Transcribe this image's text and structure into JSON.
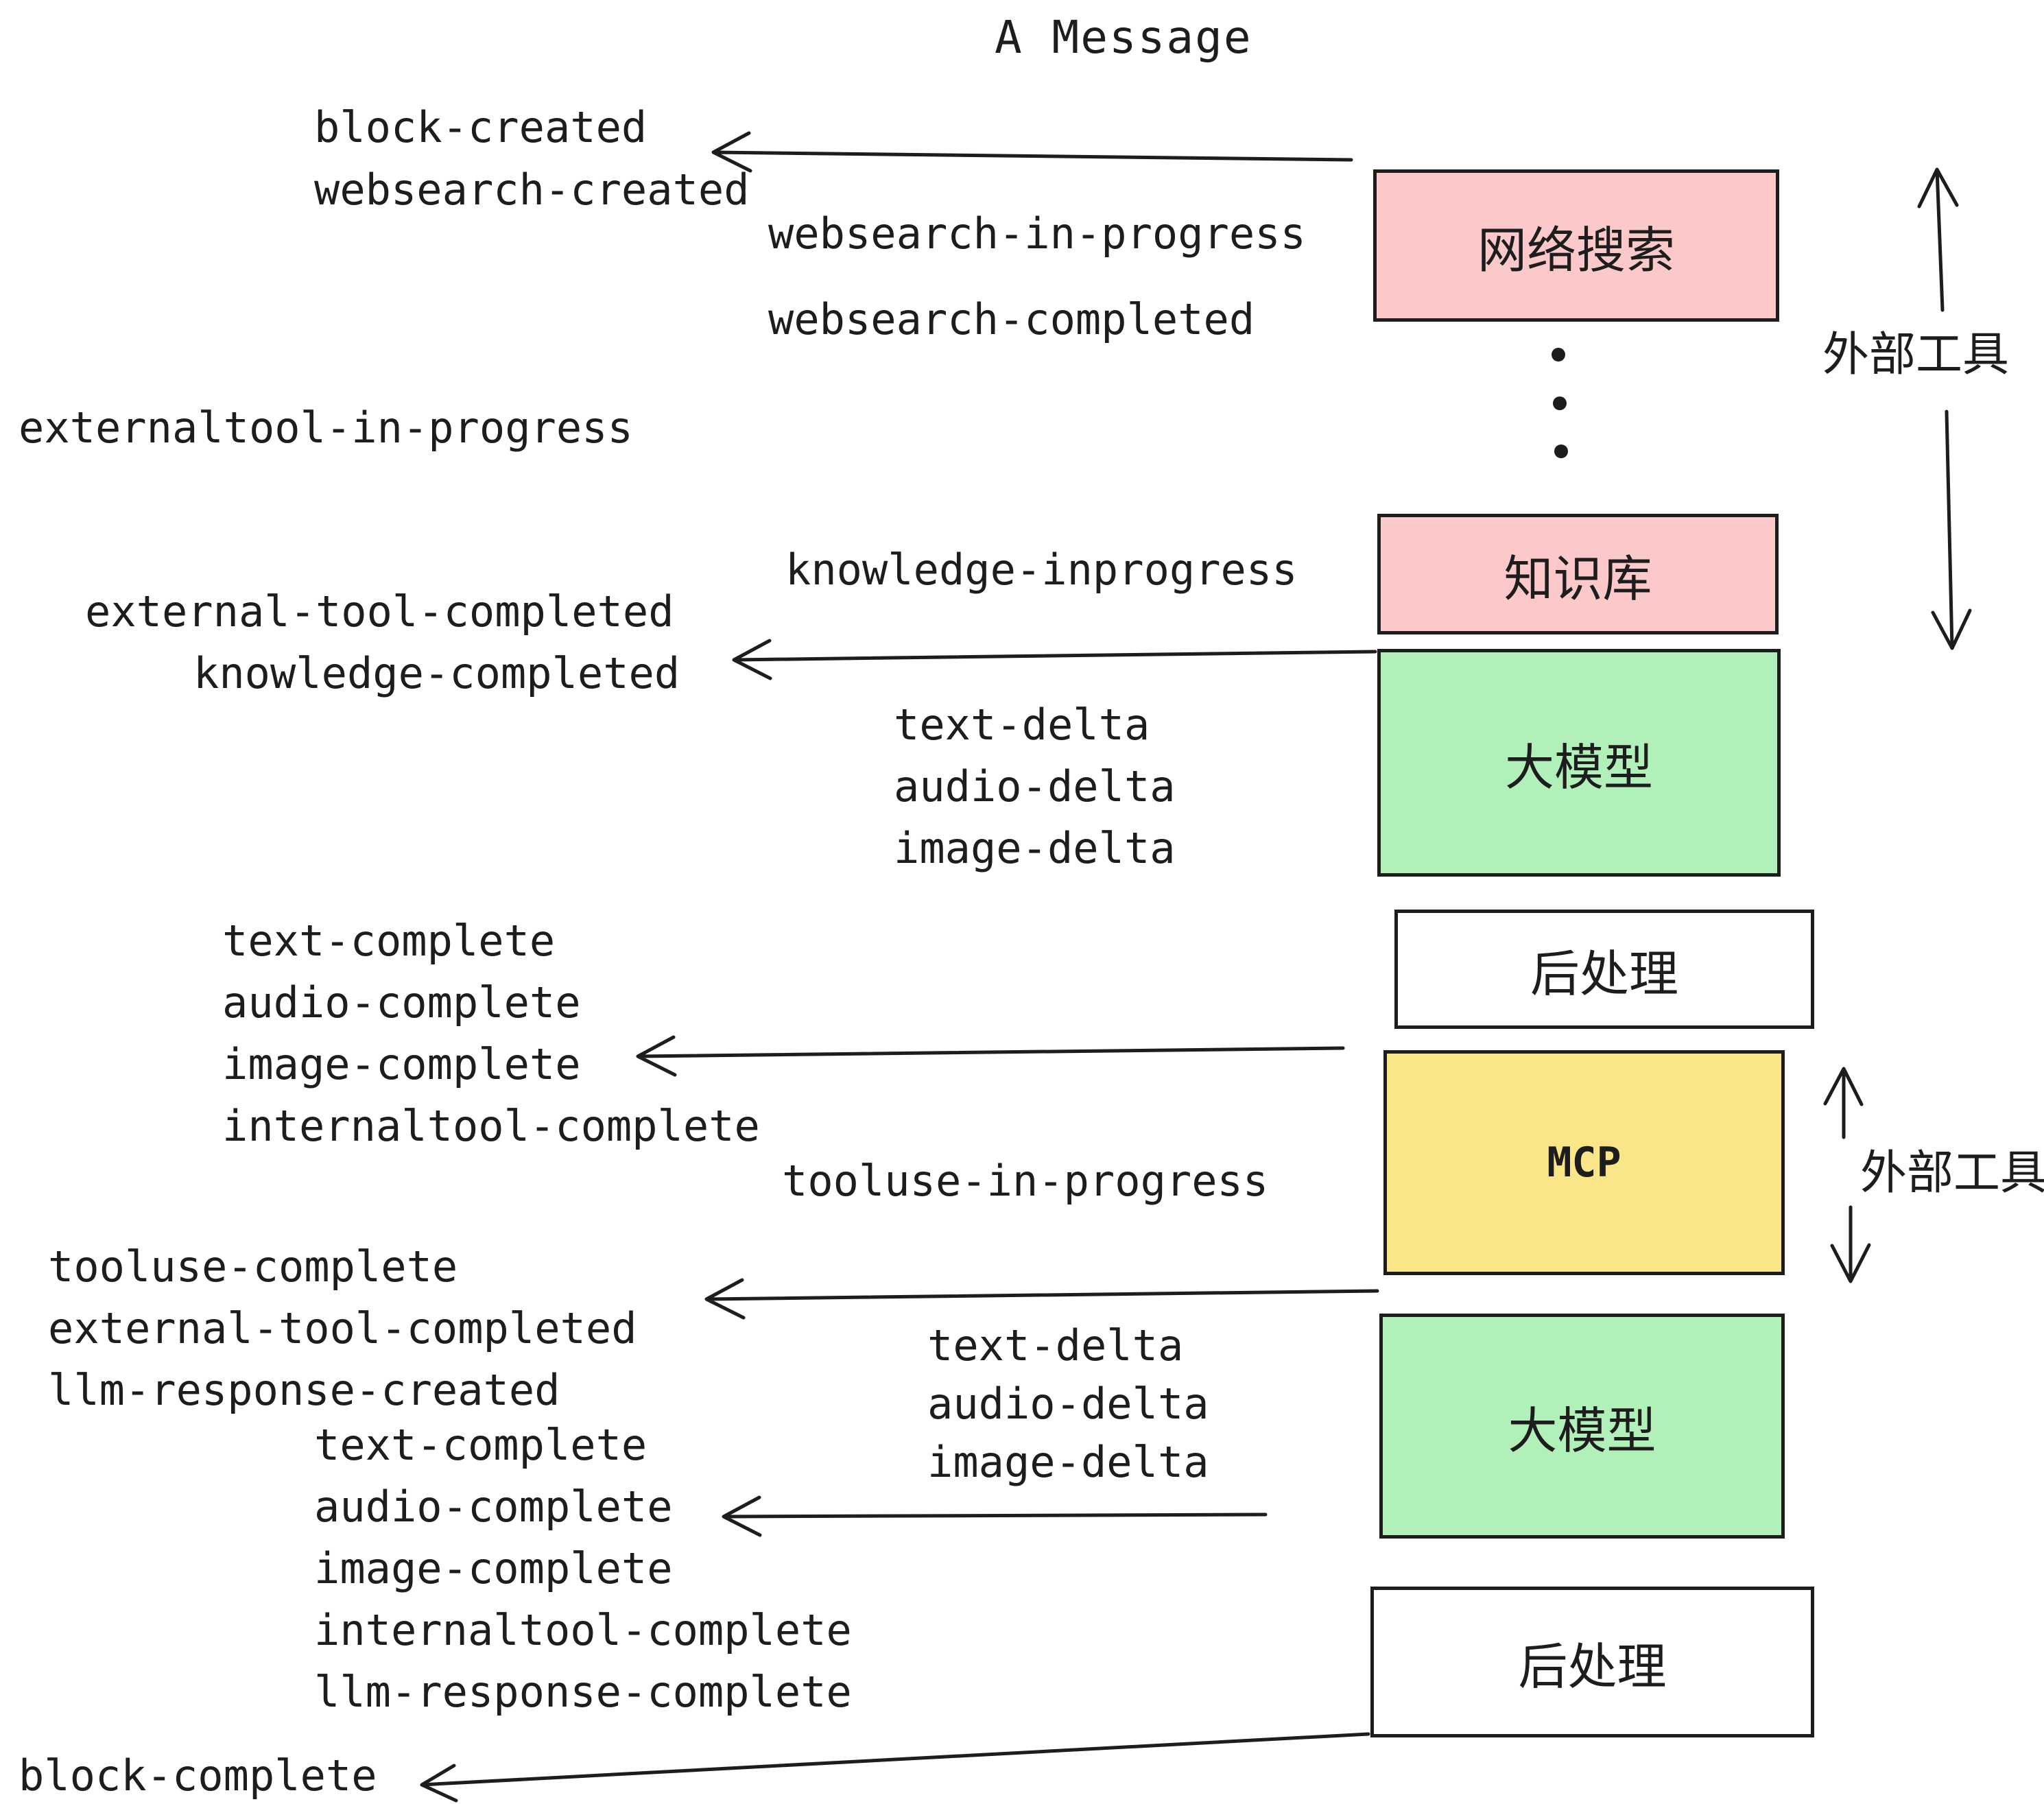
{
  "title": "A Message",
  "colors": {
    "background": "#ffffff",
    "box_pink": "#fbc9c9",
    "box_green": "#b2f0ba",
    "box_yellow": "#fae588",
    "box_white": "#ffffff",
    "line_and_text": "#1d1d1d"
  },
  "boxes": [
    {
      "id": "websearch",
      "label": "网络搜索",
      "color": "pink"
    },
    {
      "id": "knowledge",
      "label": "知识库",
      "color": "pink"
    },
    {
      "id": "llm-1",
      "label": "大模型",
      "color": "green"
    },
    {
      "id": "post-1",
      "label": "后处理",
      "color": "white"
    },
    {
      "id": "mcp",
      "label": "MCP",
      "color": "yellow"
    },
    {
      "id": "llm-2",
      "label": "大模型",
      "color": "green"
    },
    {
      "id": "post-2",
      "label": "后处理",
      "color": "white"
    }
  ],
  "annotations": [
    {
      "id": "external-tools-top",
      "text": "外部工具"
    },
    {
      "id": "external-tools-mcp",
      "text": "外部工具"
    }
  ],
  "events": [
    "block-created",
    "websearch-created",
    "websearch-in-progress",
    "websearch-completed",
    "externaltool-in-progress",
    "knowledge-inprogress",
    "external-tool-completed",
    "knowledge-completed",
    "text-delta",
    "audio-delta",
    "image-delta",
    "text-complete",
    "audio-complete",
    "image-complete",
    "internaltool-complete",
    "tooluse-in-progress",
    "tooluse-complete",
    "external-tool-completed",
    "llm-response-created",
    "text-delta",
    "audio-delta",
    "image-delta",
    "text-complete",
    "audio-complete",
    "image-complete",
    "internaltool-complete",
    "llm-response-complete",
    "block-complete"
  ]
}
